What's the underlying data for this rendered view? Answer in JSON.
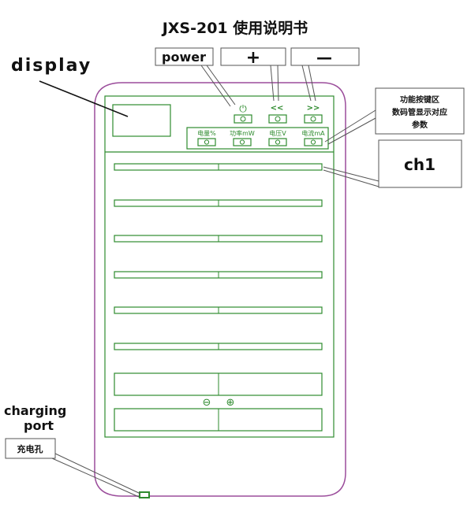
{
  "title": "JXS-201 使用说明书",
  "labels": {
    "display": "display",
    "power": "power",
    "plus": "+",
    "minus": "—",
    "function_zone_line1": "功能按键区",
    "function_zone_line2": "数码管显示对应",
    "function_zone_line3": "参数",
    "ch1": "ch1",
    "charging_port_line1": "charging",
    "charging_port_line2": "port",
    "charging_hole": "充电孔"
  },
  "buttons": {
    "power_symbol": "⏻",
    "prev_symbol": "<<",
    "next_symbol": ">>"
  },
  "indicators": [
    "电量%",
    "功率mW",
    "电压V",
    "电流mA"
  ],
  "polarity": {
    "negative": "⊖",
    "positive": "⊕"
  },
  "colors": {
    "device_outline": "#9b4d9b",
    "circuit": "#2e8b2e"
  }
}
